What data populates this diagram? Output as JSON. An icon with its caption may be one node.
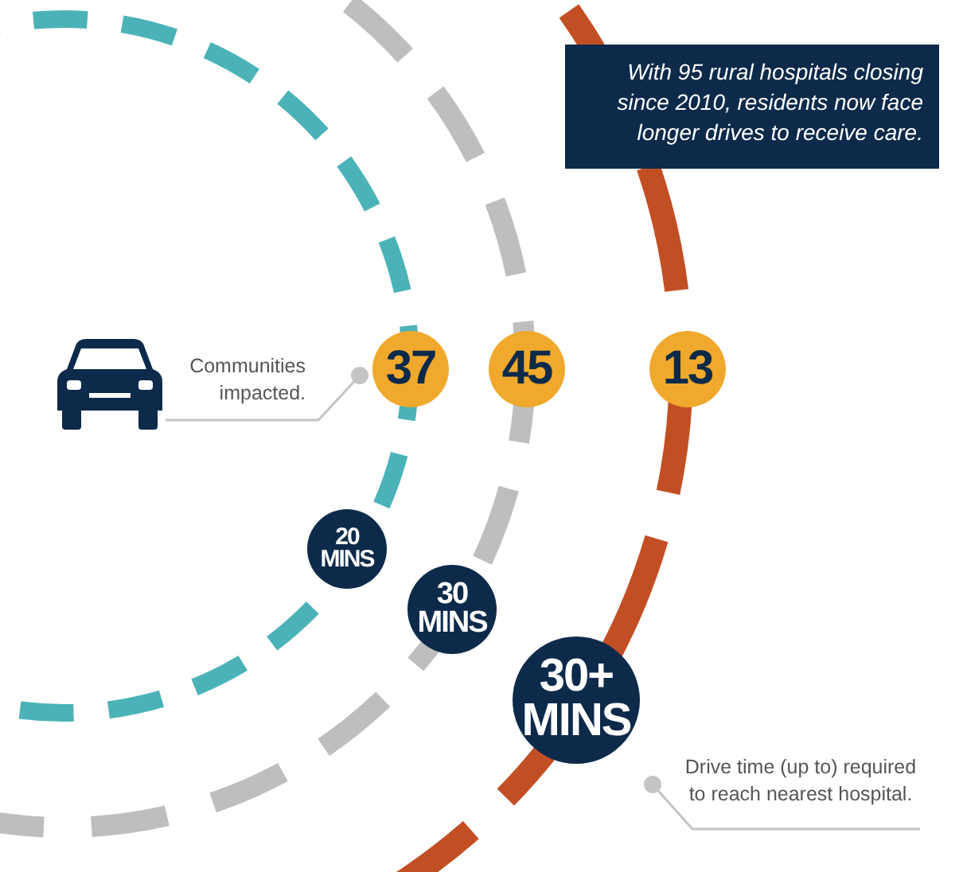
{
  "diagram": {
    "nodes": [
      {
        "text": [
          "With 95 rural hospitals closing since 2010, residents now face longer drives to receive care."
        ]
      },
      {
        "text": [],
        "shape": "picture"
      },
      {
        "text": [
          "Communities impacted."
        ]
      },
      {
        "text": [
          "37"
        ]
      },
      {
        "text": [
          "45"
        ]
      },
      {
        "text": [
          "13"
        ]
      },
      {
        "text": [
          "20 MINS"
        ]
      },
      {
        "text": [
          "30 MINS"
        ]
      },
      {
        "text": [
          "30+ MINS"
        ]
      },
      {
        "text": [
          "Drive time (up to) required to reach nearest hospital."
        ]
      }
    ],
    "edges": [
      {
        "from": 2,
        "to": 3,
        "arrow": "other"
      },
      {
        "from": 9,
        "to": null,
        "arrow": "other"
      }
    ]
  }
}
